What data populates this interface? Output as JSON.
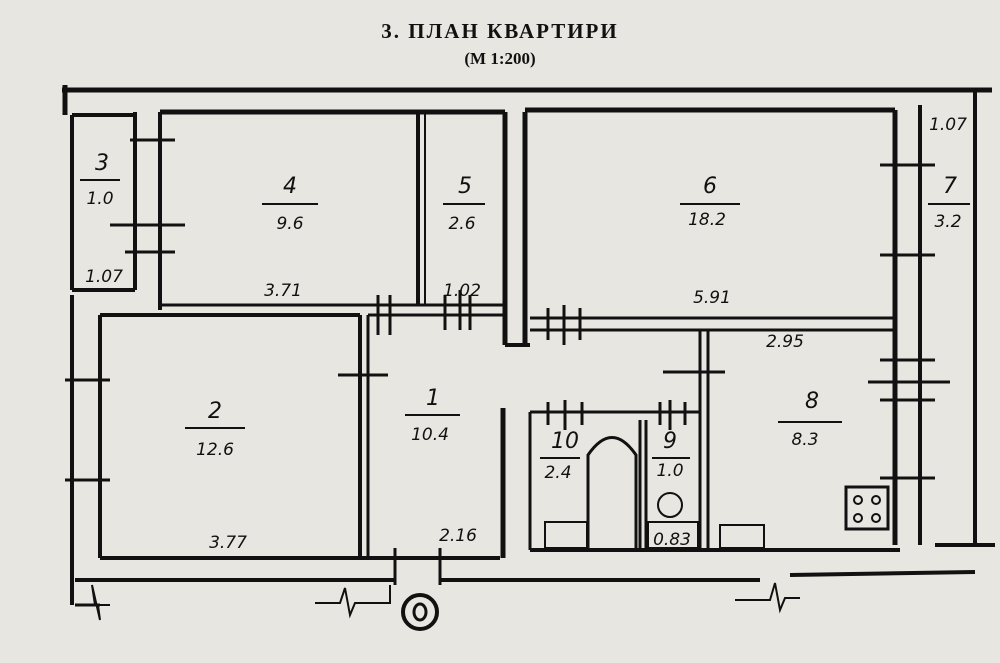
{
  "title": "3. ПЛАН   КВАРТИРИ",
  "scale": "(М 1:200)",
  "rooms": [
    {
      "number": "1",
      "area": "10.4"
    },
    {
      "number": "2",
      "area": "12.6"
    },
    {
      "number": "3",
      "area": "1.0"
    },
    {
      "number": "4",
      "area": "9.6"
    },
    {
      "number": "5",
      "area": "2.6"
    },
    {
      "number": "6",
      "area": "18.2"
    },
    {
      "number": "7",
      "area": "3.2"
    },
    {
      "number": "8",
      "area": "8.3"
    },
    {
      "number": "9",
      "area": "1.0"
    },
    {
      "number": "10",
      "area": "2.4"
    }
  ],
  "dimensions": {
    "room7_width": "1.07",
    "room3_width": "1.07",
    "room4_length": "3.71",
    "room5_length": "1.02",
    "room6_length": "5.91",
    "room8_length": "2.95",
    "room2_length": "3.77",
    "room1_length": "2.16",
    "room9_fixture": "0.83"
  }
}
